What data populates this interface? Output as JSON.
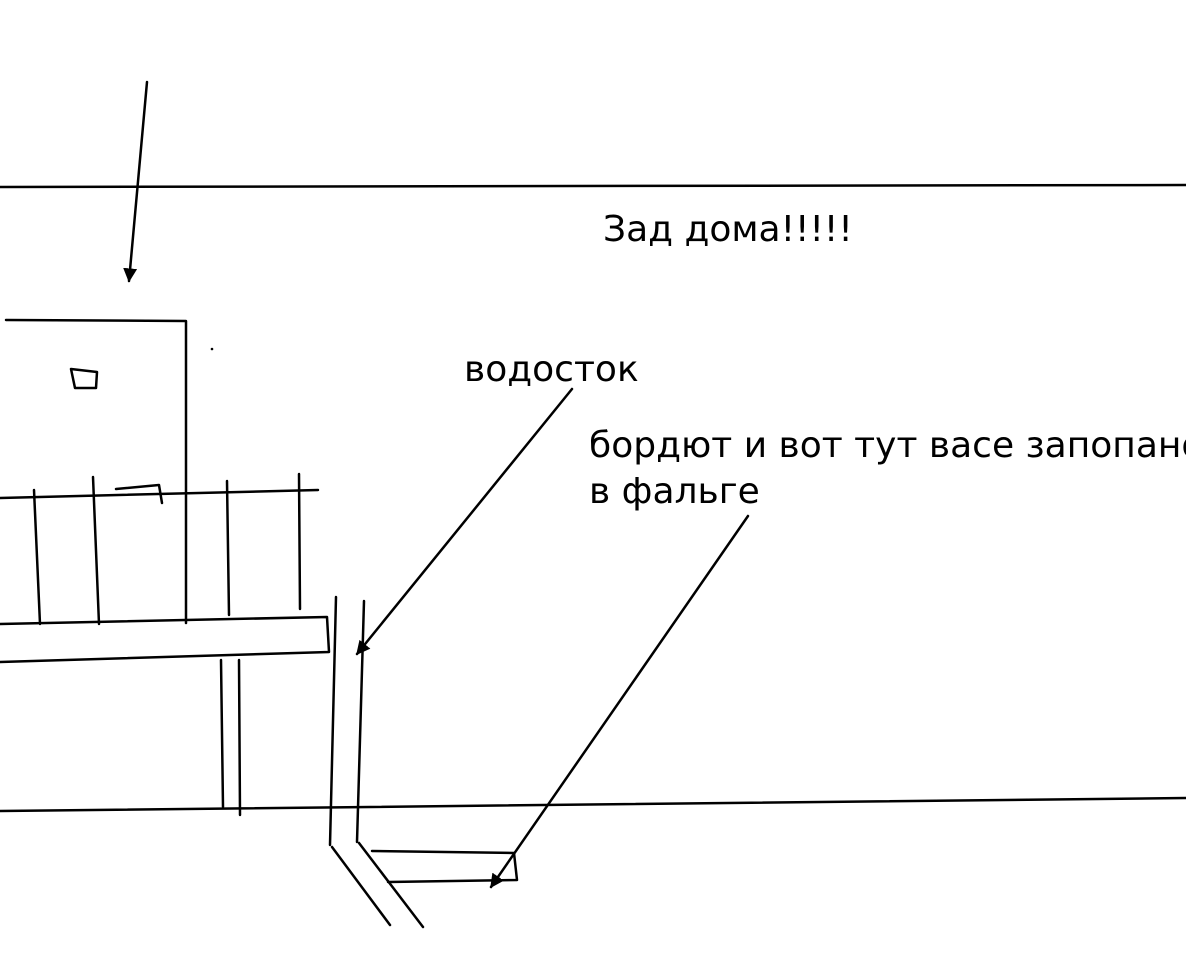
{
  "labels": {
    "back_of_house": "Зад дома!!!!!",
    "drainpipe": "водосток",
    "curb_line1": "бордют и вот тут васе запопано",
    "curb_line2": "в фальге"
  },
  "colors": {
    "background": "#ffffff",
    "ink": "#000000"
  }
}
